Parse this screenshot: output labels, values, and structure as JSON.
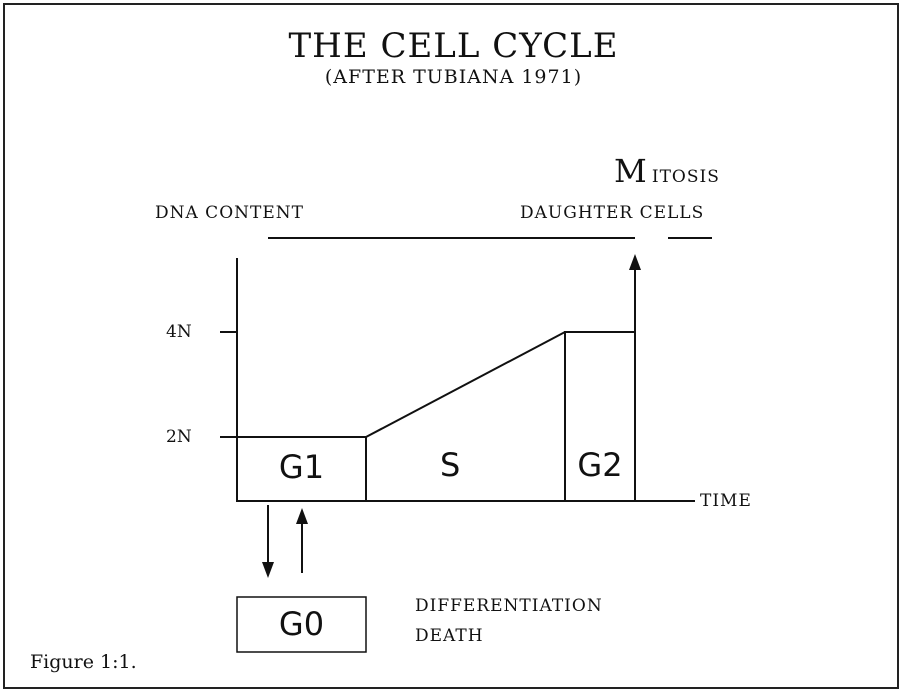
{
  "title": "THE CELL CYCLE",
  "subtitle": "(AFTER TUBIANA 1971)",
  "mitosis_initial": "M",
  "mitosis_rest": "ITOSIS",
  "y_axis_label": "DNA CONTENT",
  "top_right_label": "DAUGHTER CELLS",
  "x_axis_label": "TIME",
  "ticks": [
    "4N",
    "2N"
  ],
  "phases": {
    "g1": "G1",
    "s": "S",
    "g2": "G2",
    "g0": "G0"
  },
  "g0_outcomes": [
    "DIFFERENTIATION",
    "DEATH"
  ],
  "caption": "Figure 1:1."
}
